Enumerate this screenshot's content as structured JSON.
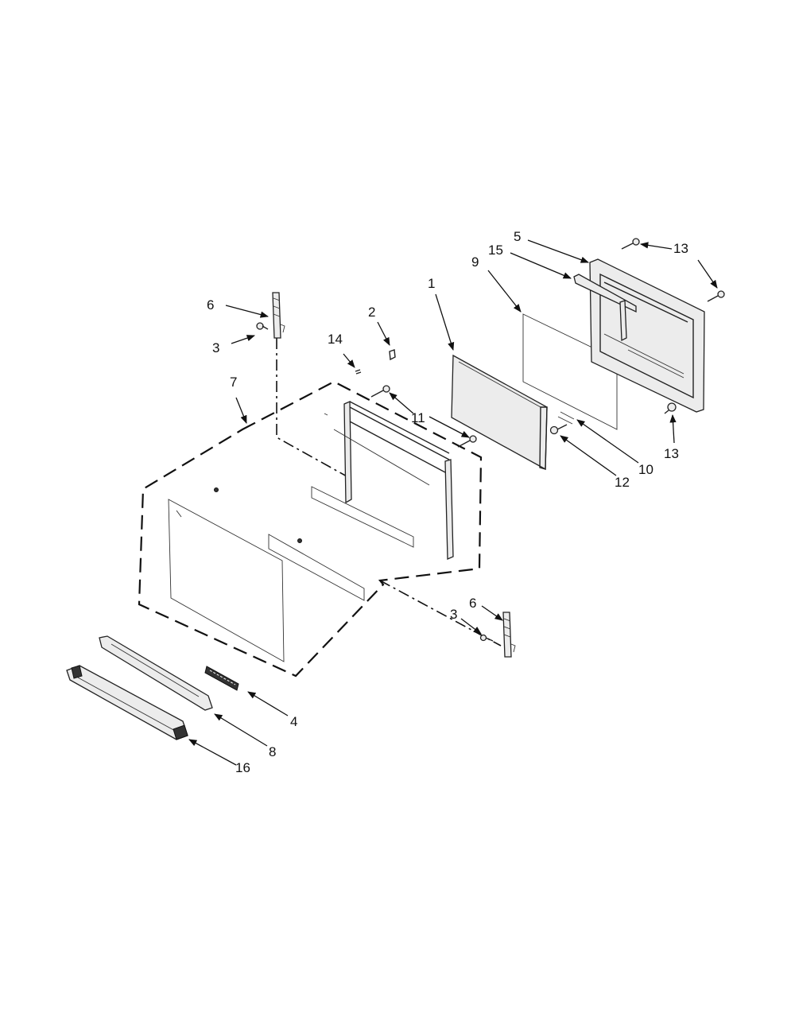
{
  "diagram": {
    "callouts": {
      "c1": "1",
      "c2": "2",
      "c3a": "3",
      "c3b": "3",
      "c4": "4",
      "c5": "5",
      "c6a": "6",
      "c6b": "6",
      "c7": "7",
      "c8": "8",
      "c9": "9",
      "c10": "10",
      "c11": "11",
      "c12": "12",
      "c13a": "13",
      "c13b": "13",
      "c14": "14",
      "c15": "15",
      "c16": "16"
    }
  }
}
